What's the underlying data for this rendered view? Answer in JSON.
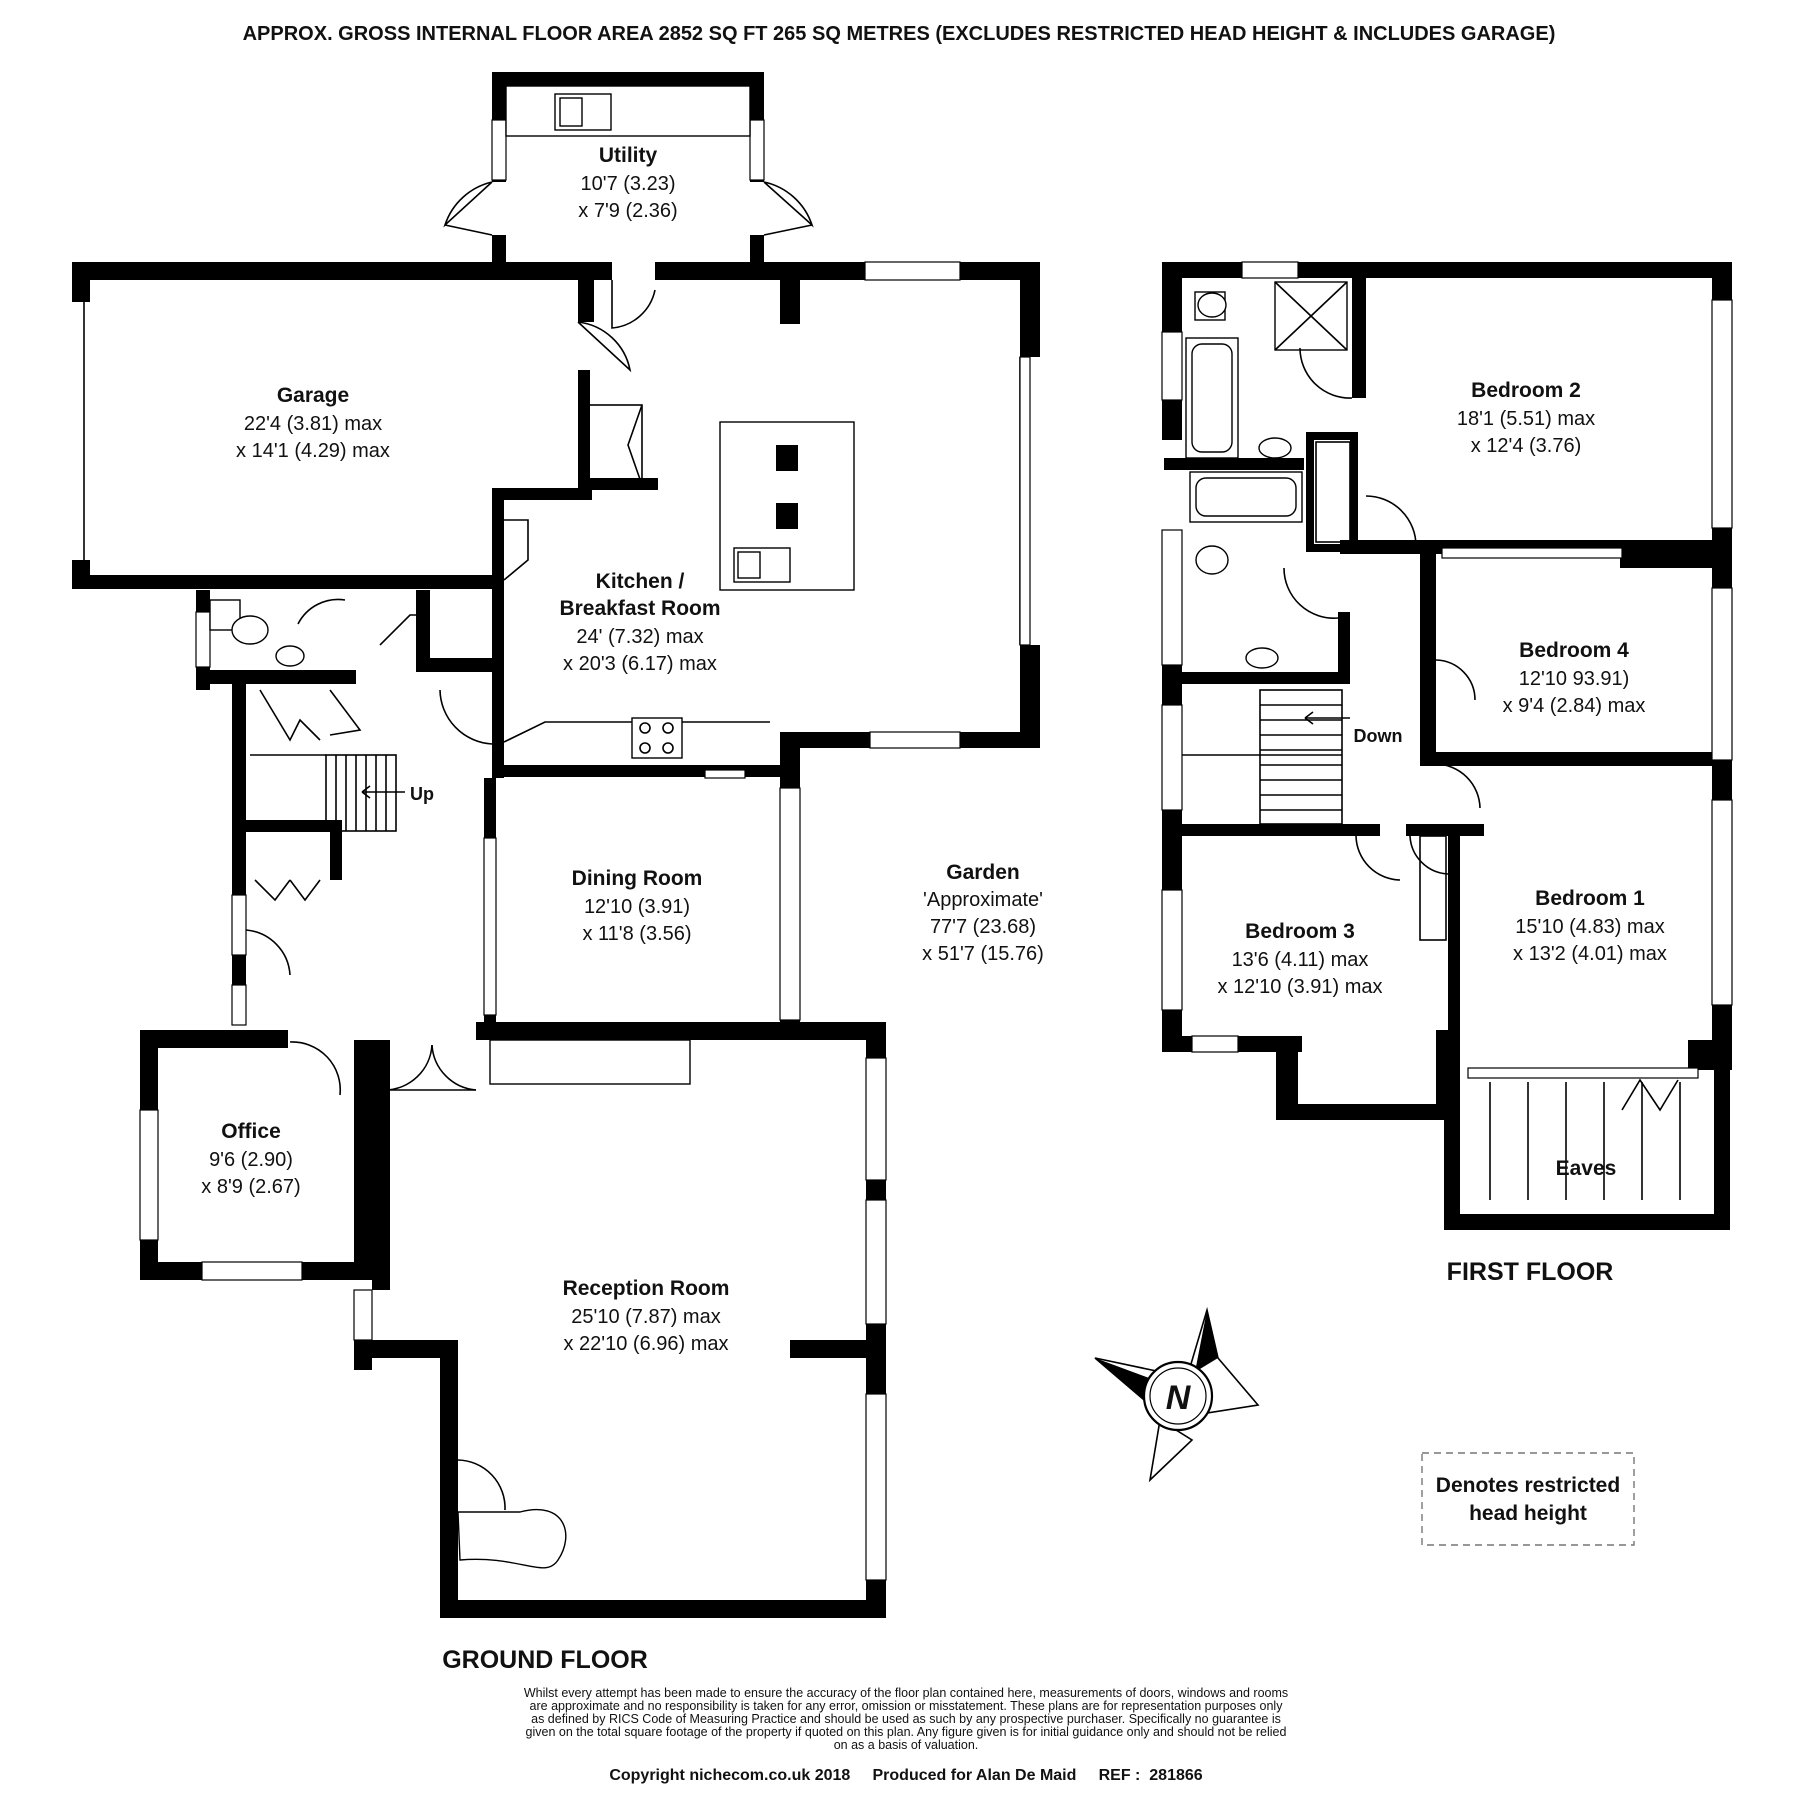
{
  "header": {
    "floor_area": "APPROX. GROSS INTERNAL FLOOR AREA 2852 SQ FT 265 SQ METRES (EXCLUDES RESTRICTED HEAD HEIGHT & INCLUDES GARAGE)"
  },
  "ground_floor": {
    "label": "GROUND FLOOR",
    "stairs_label": "Up",
    "rooms": {
      "utility": {
        "name": "Utility",
        "dim1": "10'7 (3.23)",
        "dim2": "x 7'9 (2.36)"
      },
      "garage": {
        "name": "Garage",
        "dim1": "22'4 (3.81) max",
        "dim2": "x 14'1 (4.29) max"
      },
      "kitchen": {
        "name1": "Kitchen /",
        "name2": "Breakfast Room",
        "dim1": "24' (7.32) max",
        "dim2": "x 20'3 (6.17) max"
      },
      "dining": {
        "name": "Dining Room",
        "dim1": "12'10 (3.91)",
        "dim2": "x 11'8 (3.56)"
      },
      "garden": {
        "name": "Garden",
        "note": "'Approximate'",
        "dim1": "77'7 (23.68)",
        "dim2": "x 51'7 (15.76)"
      },
      "office": {
        "name": "Office",
        "dim1": "9'6 (2.90)",
        "dim2": "x 8'9 (2.67)"
      },
      "reception": {
        "name": "Reception Room",
        "dim1": "25'10 (7.87) max",
        "dim2": "x 22'10 (6.96) max"
      }
    }
  },
  "first_floor": {
    "label": "FIRST FLOOR",
    "stairs_label": "Down",
    "rooms": {
      "bedroom2": {
        "name": "Bedroom 2",
        "dim1": "18'1 (5.51) max",
        "dim2": "x 12'4 (3.76)"
      },
      "bedroom4": {
        "name": "Bedroom 4",
        "dim1": "12'10 93.91)",
        "dim2": "x 9'4 (2.84) max"
      },
      "bedroom1": {
        "name": "Bedroom 1",
        "dim1": "15'10 (4.83) max",
        "dim2": "x 13'2 (4.01) max"
      },
      "bedroom3": {
        "name": "Bedroom 3",
        "dim1": "13'6 (4.11) max",
        "dim2": "x 12'10 (3.91) max"
      },
      "eaves": {
        "name": "Eaves"
      }
    }
  },
  "compass": {
    "letter": "N",
    "icon": "compass-north-icon"
  },
  "legend": {
    "line1": "Denotes restricted",
    "line2": "head height"
  },
  "footer": {
    "disclaimer": [
      "Whilst every attempt has been made to ensure the accuracy of the floor plan contained here, measurements of doors, windows and rooms",
      "are approximate and no responsibility is taken for any error, omission or misstatement. These plans are for representation purposes only",
      "as defined by RICS Code of Measuring Practice and should be used as such by any prospective purchaser.  Specifically no guarantee is",
      "given on the total square footage of the property if quoted on this plan. Any figure given is for initial guidance only and should not be relied",
      "on as a basis of valuation."
    ],
    "copyright": "Copyright nichecom.co.uk 2018     Produced for Alan De Maid     REF :  281866"
  }
}
